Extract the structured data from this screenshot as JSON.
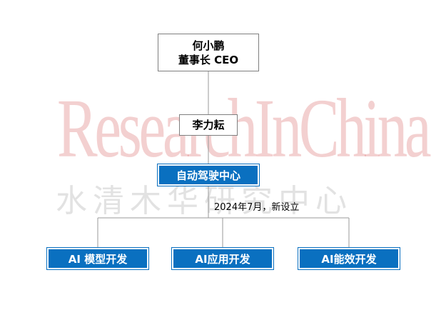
{
  "watermark": {
    "text_en": "ResearchInChina",
    "text_zh": "水清木华研究中心"
  },
  "ceo": {
    "name": "何小鹏",
    "title": "董事长 CEO"
  },
  "executive": {
    "name": "李力耘"
  },
  "center": {
    "label": "自动驾驶中心",
    "note": "2024年7月，新设立"
  },
  "departments": [
    {
      "label": "AI 模型开发"
    },
    {
      "label": "AI应用开发"
    },
    {
      "label": "AI能效开发"
    }
  ],
  "colors": {
    "dept_fill": "#0a70c0",
    "connector": "#9a9a9a",
    "watermark_red": "#c82828"
  }
}
